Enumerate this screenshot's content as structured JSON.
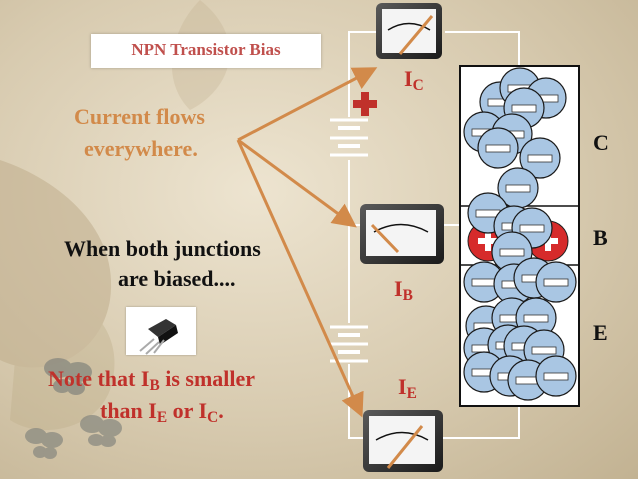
{
  "title": "NPN Transistor Bias",
  "note1": {
    "line1": "Current flows",
    "line2": "everywhere."
  },
  "note2": {
    "line1": "When both junctions",
    "line2": "are biased...."
  },
  "note3": {
    "l1_pre": "Note that I",
    "l1_sub": "B",
    "l1_post": " is smaller",
    "l2_pre": "than I",
    "l2_sub1": "E",
    "l2_mid": " or I",
    "l2_sub2": "C",
    "l2_post": "."
  },
  "labels": {
    "ic": {
      "main": "I",
      "sub": "C"
    },
    "ib": {
      "main": "I",
      "sub": "B"
    },
    "ie": {
      "main": "I",
      "sub": "E"
    },
    "regions": {
      "c": "C",
      "b": "B",
      "e": "E"
    }
  },
  "icons": [
    "plus-sign-icon",
    "battery-icon",
    "ammeter-icon",
    "transistor-photo-icon",
    "electron-icon",
    "hole-icon",
    "butterfly-icon"
  ],
  "colors": {
    "accent_red": "#c0312b",
    "orange": "#d28a4a",
    "electron_fill": "#a9c6e3"
  }
}
